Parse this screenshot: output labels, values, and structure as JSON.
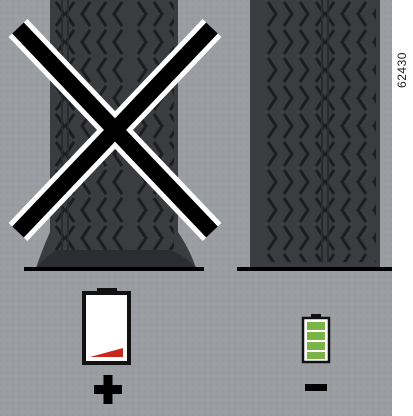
{
  "figure": {
    "reference_code": "62430",
    "left_indicator_symbol": "+",
    "right_indicator_symbol": "−",
    "left_tire_state": "underinflated",
    "right_tire_state": "correctly-inflated",
    "left_tire_crossed_out": true
  },
  "left_gauge": {
    "fill_level": 0.15,
    "fill_color": "#c8281e",
    "icon": "battery-gauge-icon"
  },
  "right_gauge": {
    "segments_lit": 4,
    "segments_total": 4,
    "fill_color": "#7cb347",
    "icon": "battery-gauge-icon"
  },
  "colors": {
    "ground": "#9a9da2",
    "right_panel": "#ffffff",
    "tire": "#3a3c40",
    "tread": "#1c1d20",
    "cross_outline": "#ffffff",
    "cross_fill": "#000000"
  }
}
